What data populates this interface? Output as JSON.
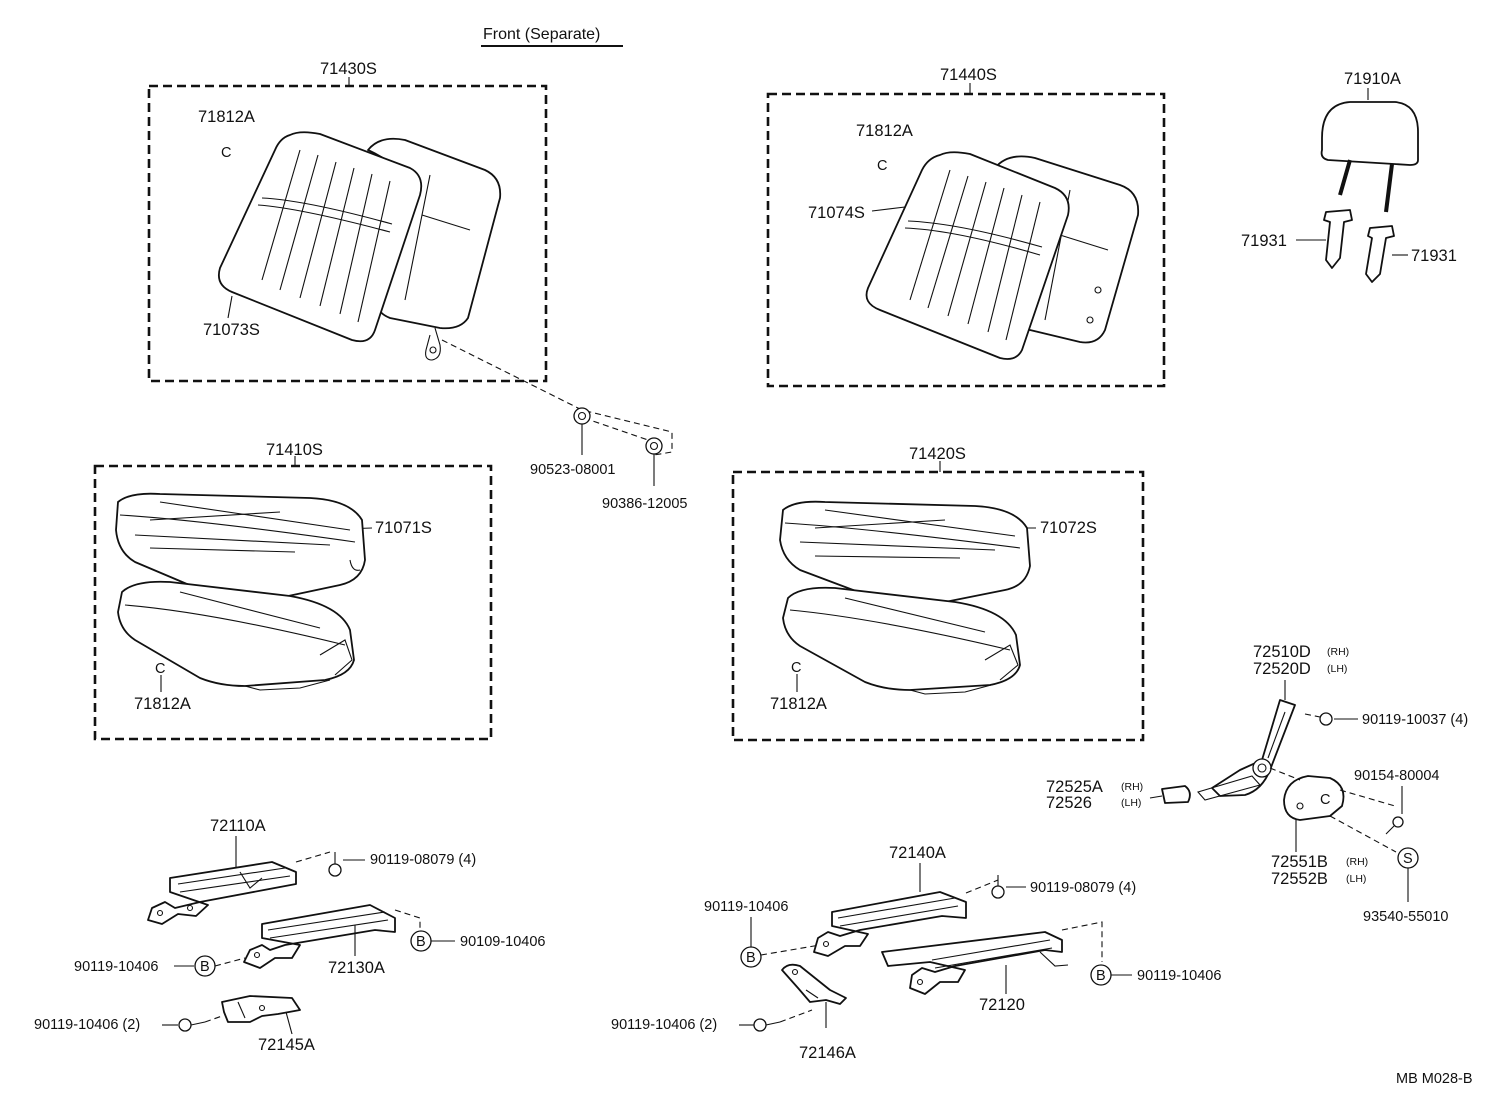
{
  "title": "Front (Separate)",
  "footer_code": "MB  M028-B",
  "parts": {
    "p71430S": "71430S",
    "p71812A_a": "71812A",
    "p71073S": "71073S",
    "p71440S": "71440S",
    "p71812A_b": "71812A",
    "p71074S": "71074S",
    "p71910A": "71910A",
    "p71931_l": "71931",
    "p71931_r": "71931",
    "p71410S": "71410S",
    "p71071S": "71071S",
    "p71812A_c": "71812A",
    "p71420S": "71420S",
    "p71072S": "71072S",
    "p71812A_d": "71812A",
    "p90523": "90523-08001",
    "p90386": "90386-12005",
    "p72510D": "72510D",
    "p72520D": "72520D",
    "p90119_10037": "90119-10037 (4)",
    "p72525A": "72525A",
    "p72526": "72526",
    "p90154": "90154-80004",
    "p72551B": "72551B",
    "p72552B": "72552B",
    "p93540": "93540-55010",
    "p72110A": "72110A",
    "p90119_08079_a": "90119-08079 (4)",
    "p90109_10406": "90109-10406",
    "p90119_10406_a": "90119-10406",
    "p72130A": "72130A",
    "p90119_10406_2a": "90119-10406 (2)",
    "p72145A": "72145A",
    "p72140A": "72140A",
    "p90119_08079_b": "90119-08079 (4)",
    "p90119_10406_b": "90119-10406",
    "p90119_10406_c": "90119-10406",
    "p72120": "72120",
    "p90119_10406_2b": "90119-10406 (2)",
    "p72146A": "72146A"
  },
  "side_tags": {
    "rh": "(RH)",
    "lh": "(LH)"
  },
  "markers": {
    "b": "B",
    "s": "S"
  },
  "clip_symbol": "C"
}
